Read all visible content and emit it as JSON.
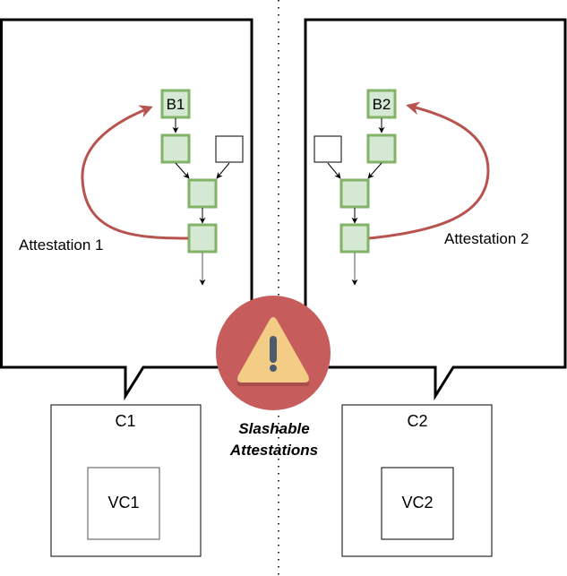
{
  "diagram": {
    "left_view": {
      "finalized_block": "B1",
      "attestation_label": "Attestation 1",
      "client_label": "C1",
      "validator_label": "VC1"
    },
    "right_view": {
      "finalized_block": "B2",
      "attestation_label": "Attestation 2",
      "client_label": "C2",
      "validator_label": "VC2"
    },
    "warning": {
      "icon": "warning-triangle-icon",
      "line1": "Slashable",
      "line2": "Attestations"
    },
    "colors": {
      "block_fill": "#d5e8d4",
      "block_stroke": "#82b366",
      "attestation_arrow": "#b85450",
      "warning_circle": "#c75c5c",
      "warning_triangle": "#f3cd86",
      "warning_triangle_shadow": "#a94c4c",
      "warning_mark": "#4d5b6e"
    }
  }
}
